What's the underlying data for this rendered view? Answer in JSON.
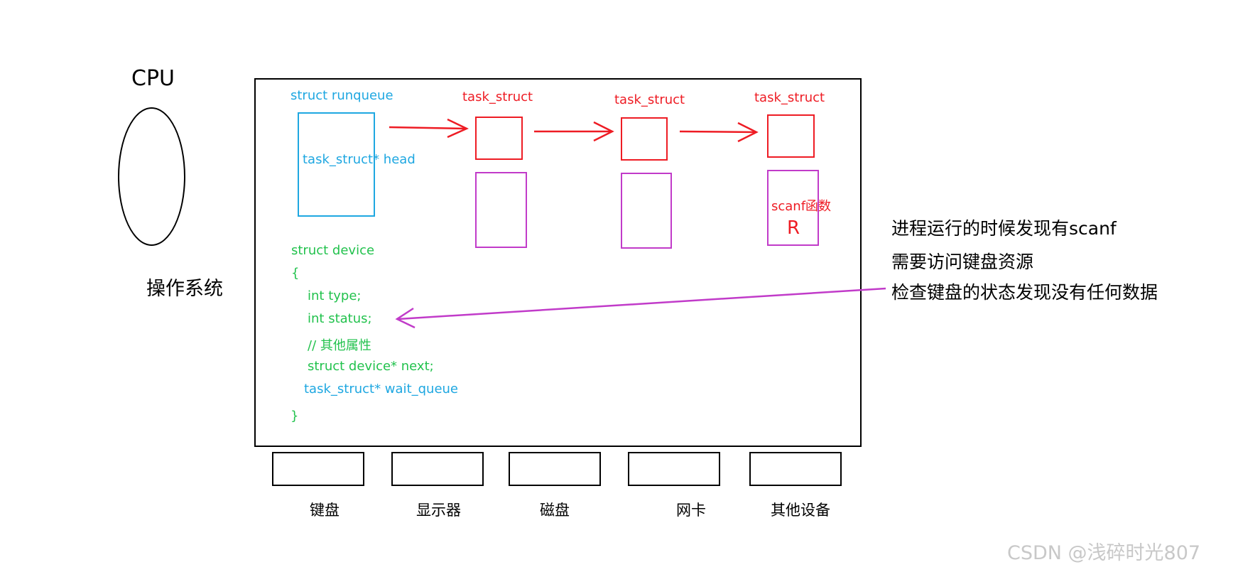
{
  "cpu": {
    "label": "CPU"
  },
  "os": {
    "label": "操作系统"
  },
  "runqueue": {
    "title": "struct runqueue",
    "field": "task_struct* head"
  },
  "task_structs": [
    {
      "title": "task_struct"
    },
    {
      "title": "task_struct"
    },
    {
      "title": "task_struct"
    }
  ],
  "blocked_task": {
    "call": "scanf函数",
    "state": "R"
  },
  "device_struct": {
    "lines": [
      "struct device",
      "{",
      "int type;",
      "int status;",
      "// 其他属性",
      "struct device* next;",
      "task_struct* wait_queue",
      "}"
    ]
  },
  "devices": [
    "键盘",
    "显示器",
    "磁盘",
    "网卡",
    "其他设备"
  ],
  "notes": [
    "进程运行的时候发现有scanf",
    "需要访问键盘资源",
    "检查键盘的状态发现没有任何数据"
  ],
  "watermark": "CSDN @浅碎时光807",
  "colors": {
    "runqueue": "#1ea7e1",
    "task_struct": "#ee1c24",
    "pcb_body": "#c13bc9",
    "device_code": "#22c24d",
    "wait_arrow": "#c13bc9"
  }
}
